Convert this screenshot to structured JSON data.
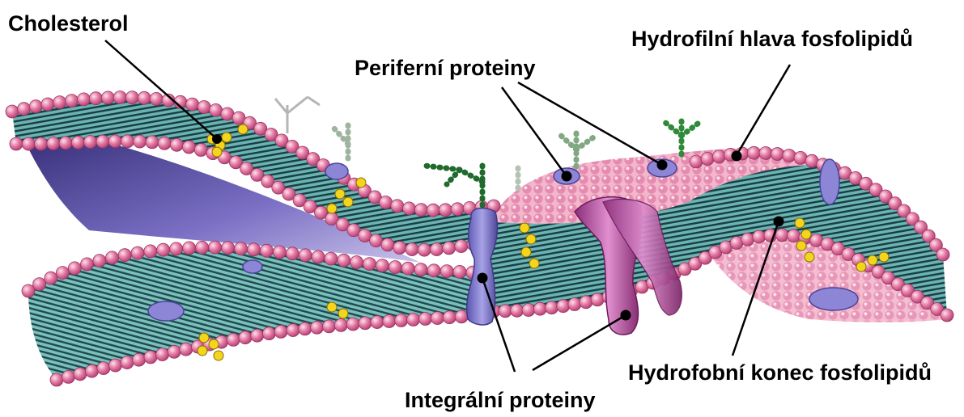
{
  "labels": {
    "cholesterol": "Cholesterol",
    "peripheral_proteins": "Periferní proteiny",
    "hydrophilic_head": "Hydrofilní hlava fosfolipidů",
    "hydrophobic_tail": "Hydrofobní konec fosfolipidů",
    "integral_proteins": "Integrální proteiny"
  },
  "colors": {
    "phospholipid_head": "#e2709e",
    "tail_band": "#5aa8a8",
    "tail_stripe": "#173e44",
    "cholesterol": "#f2d21c",
    "integral_protein_purple": "#7d78cc",
    "integral_protein_magenta": "#b0459d",
    "glycan": "#1f6a2c",
    "inner_shadow": "#4a3f94"
  },
  "icons": [
    "membrane-illustration",
    "leader-line",
    "label-dot"
  ]
}
